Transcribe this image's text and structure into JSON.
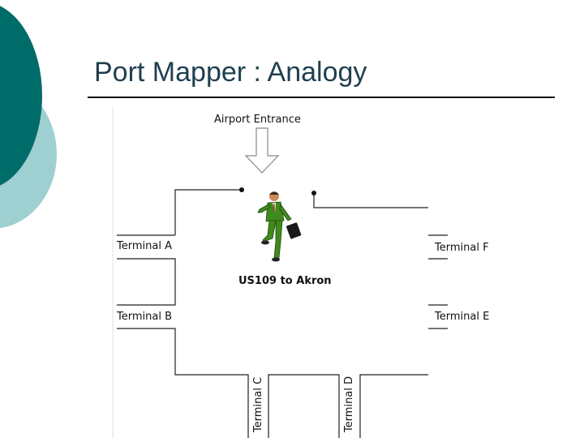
{
  "slide": {
    "title": "Port Mapper : Analogy"
  },
  "diagram": {
    "entrance_label": "Airport Entrance",
    "bus_label": "US109 to Akron",
    "terminals": {
      "a": "Terminal A",
      "b": "Terminal B",
      "c": "Terminal C",
      "d": "Terminal D",
      "e": "Terminal E",
      "f": "Terminal F"
    },
    "figure": "running-businessman-with-briefcase"
  },
  "colors": {
    "teal_dark": "#006c6a",
    "teal_light": "#9ecfd1",
    "title_text": "#1f3f4f",
    "figure_suit": "#3f8a1c"
  }
}
